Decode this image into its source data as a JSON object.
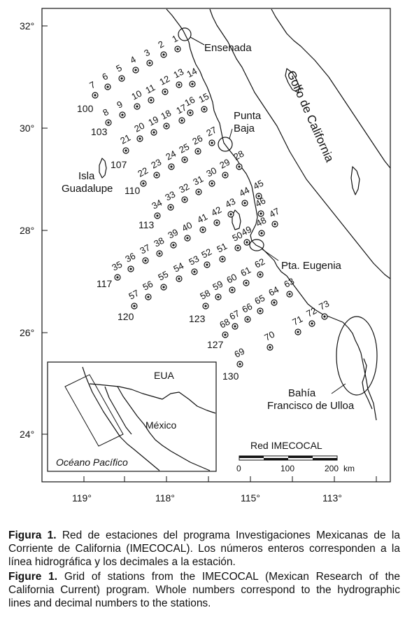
{
  "map": {
    "lat_ticks": [
      "32°",
      "30°",
      "28°",
      "26°",
      "24°"
    ],
    "lon_ticks": [
      "119°",
      "118°",
      "115°",
      "113°"
    ],
    "places": {
      "ensenada": "Ensenada",
      "punta_baja_1": "Punta",
      "punta_baja_2": "Baja",
      "golfo": "Golfo de California",
      "isla_1": "Isla",
      "isla_2": "Guadalupe",
      "pta_eugenia": "Pta. Eugenia",
      "bahia_1": "Bahía",
      "bahia_2": "Francisco de Ulloa"
    },
    "line_labels": [
      "100",
      "103",
      "107",
      "110",
      "113",
      "117",
      "120",
      "123",
      "127",
      "130"
    ],
    "inset": {
      "eua": "EUA",
      "mexico": "México",
      "ocean": "Océano Pacífico"
    },
    "scale": {
      "title": "Red IMECOCAL",
      "ticks": [
        "0",
        "100",
        "200"
      ],
      "unit": "km"
    }
  },
  "captions": {
    "es_label": "Figura 1.",
    "es_text": " Red de estaciones del programa Investigaciones Mexicanas de la Corriente de California (IMECOCAL). Los números enteros corresponden a la línea hidrográfica y los decimales a la estación.",
    "en_label": "Figure 1.",
    "en_text": " Grid of stations from the IMECOCAL (Mexican Research of the California Current) program. Whole numbers correspond to the hydrographic lines and decimal numbers to the stations."
  }
}
